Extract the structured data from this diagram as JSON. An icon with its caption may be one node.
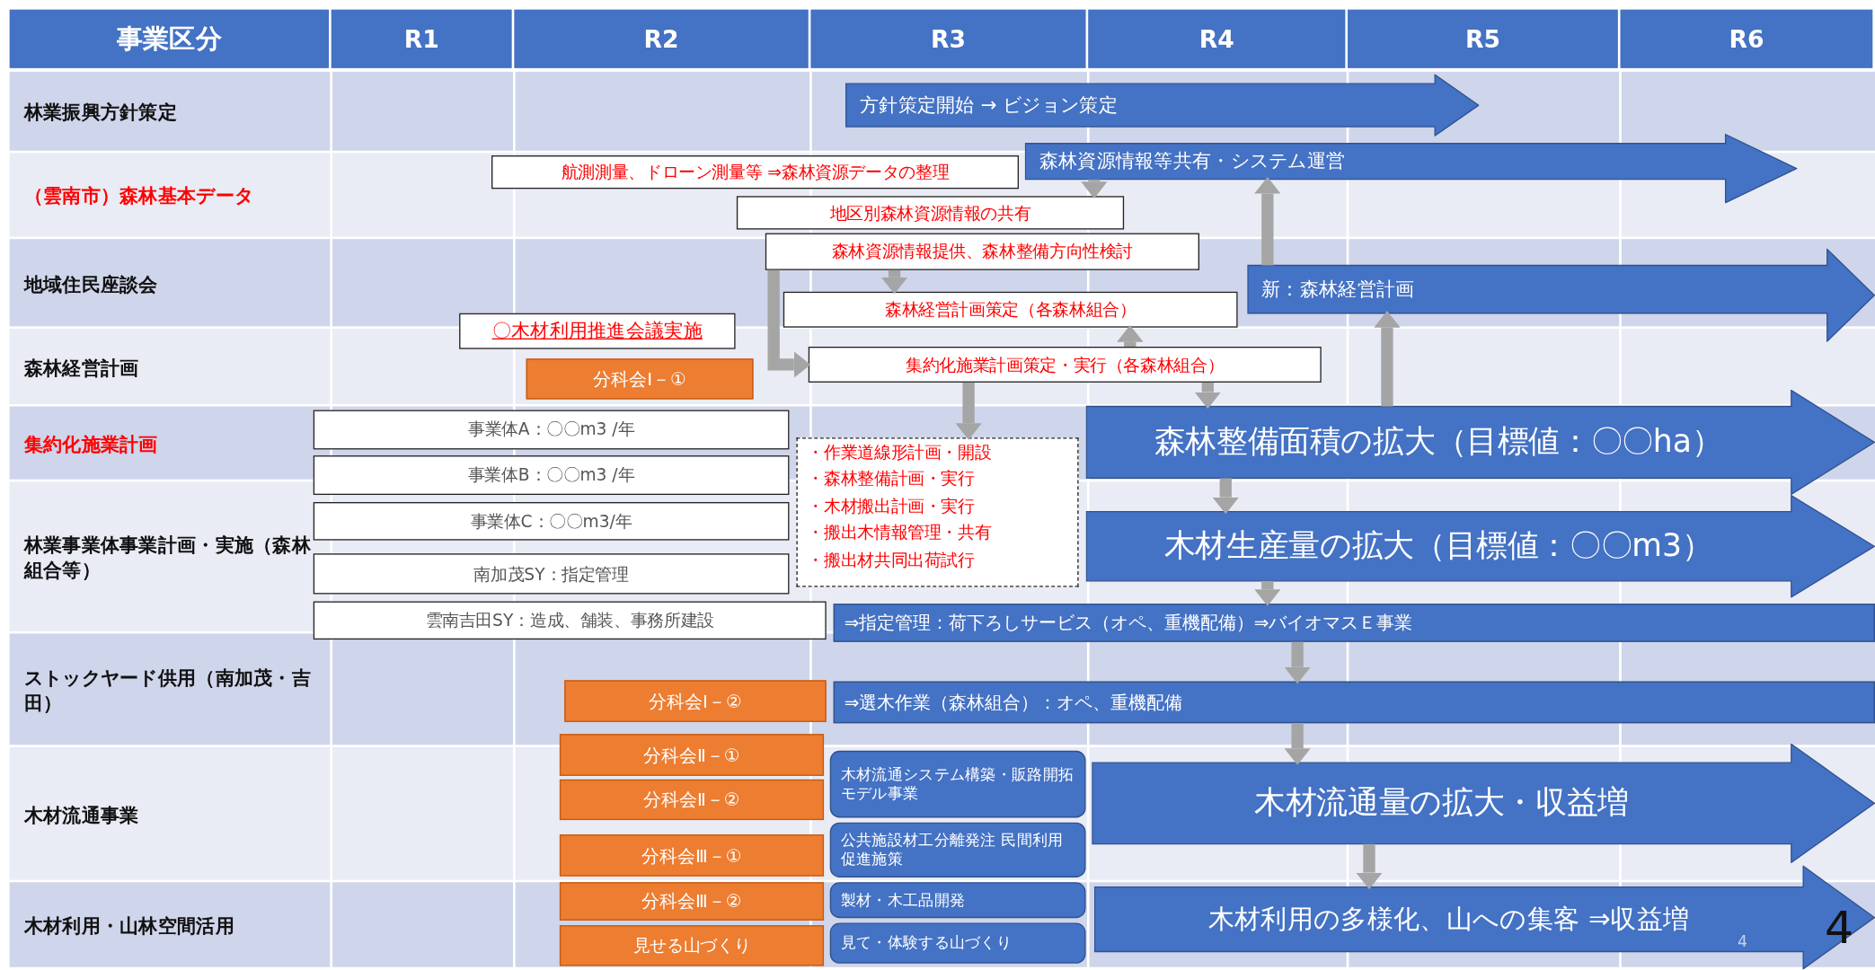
{
  "diagram": {
    "nodes": [
      {
        "text": [
          "方針策定開始 → ビジョン策定"
        ]
      },
      {
        "text": [
          "森林資源情報等共有・システム運営"
        ]
      },
      {
        "text": [
          "航測測量、ドローン測量等 ⇒森林資源データの整理"
        ]
      },
      {
        "text": [
          "地区別森林資源情報の共有"
        ]
      },
      {
        "text": [
          "森林資源情報提供、森林整備方向性検討"
        ]
      },
      {
        "text": [
          "新：森林経営計画"
        ]
      },
      {
        "text": [
          "〇木材利用推進会議実施"
        ]
      },
      {
        "text": [
          "森林経営計画策定（各森林組合）"
        ]
      },
      {
        "text": [
          "分科会Ⅰ－①"
        ]
      },
      {
        "text": [
          "集約化施業計画策定・実行（各森林組合）"
        ]
      },
      {
        "text": [
          "事業体A：〇〇m3 /年"
        ]
      },
      {
        "text": [
          "事業体B：〇〇m3 /年"
        ]
      },
      {
        "text": [
          "事業体C：〇〇m3/年"
        ]
      },
      {
        "text": [
          "南加茂SY：指定管理"
        ]
      },
      {
        "text": [
          "・作業道線形計画・開設",
          "・森林整備計画・実行",
          "・木材搬出計画・実行",
          "・搬出木情報管理・共有",
          "・搬出材共同出荷試行"
        ]
      },
      {
        "text": [
          "雲南吉田SY：造成、舗装、事務所建設"
        ]
      },
      {
        "text": [
          "森林整備面積の拡大（目標値：〇〇ha）"
        ]
      },
      {
        "text": [
          "木材生産量の拡大（目標値：〇〇m3）"
        ]
      },
      {
        "text": [
          "⇒指定管理：荷下ろしサービス（オペ、重機配備）⇒バイオマスＥ事業"
        ]
      },
      {
        "text": [
          "分科会Ⅰ－②"
        ]
      },
      {
        "text": [
          "⇒選木作業（森林組合）：オペ、重機配備"
        ]
      },
      {
        "text": [
          "分科会Ⅱ－①"
        ]
      },
      {
        "text": [
          "分科会Ⅱ－②"
        ]
      },
      {
        "text": [
          "木材流通システム構築・販路開拓モデル事業"
        ]
      },
      {
        "text": [
          "木材流通量の拡大・収益増"
        ]
      },
      {
        "text": [
          "分科会Ⅲ－①"
        ]
      },
      {
        "text": [
          "公共施設材工分離発注 民間利用促進施策"
        ]
      },
      {
        "text": [
          "分科会Ⅲ－②"
        ]
      },
      {
        "text": [
          "製材・木工品開発"
        ]
      },
      {
        "text": [
          "木材利用の多様化、山への集客 ⇒収益増"
        ]
      },
      {
        "text": [
          "見せる山づくり"
        ]
      },
      {
        "text": [
          "見て・体験する山づくり"
        ]
      }
    ],
    "edges": [
      {
        "from": 1,
        "to": 3,
        "arrow": "to"
      },
      {
        "from": 4,
        "to": 7,
        "arrow": "to"
      },
      {
        "from": 4,
        "to": 9,
        "arrow": "to"
      },
      {
        "from": 9,
        "to": 7,
        "arrow": "to"
      },
      {
        "from": 5,
        "to": 1,
        "arrow": "to"
      },
      {
        "from": 9,
        "to": 16,
        "arrow": "to"
      },
      {
        "from": 16,
        "to": 5,
        "arrow": "to"
      },
      {
        "from": 9,
        "to": 14,
        "arrow": "to"
      },
      {
        "from": 16,
        "to": 17,
        "arrow": "to"
      },
      {
        "from": 17,
        "to": 18,
        "arrow": "to"
      },
      {
        "from": 18,
        "to": 20,
        "arrow": "to"
      },
      {
        "from": 20,
        "to": 24,
        "arrow": "to"
      },
      {
        "from": 24,
        "to": 29,
        "arrow": "to"
      }
    ],
    "labels": [
      "事業区分",
      "R1",
      "R2",
      "R3",
      "R4",
      "R5",
      "R6",
      "林業振興方針策定",
      "（雲南市）森林基本データ",
      "地域住民座談会",
      "森林経営計画",
      "集約化施業計画",
      "林業事業体事業計画・実施（森林組合等）",
      "ストックヤード供用（南加茂・吉田）",
      "木材流通事業",
      "木材利用・山林空間活用",
      "4",
      "4"
    ]
  }
}
